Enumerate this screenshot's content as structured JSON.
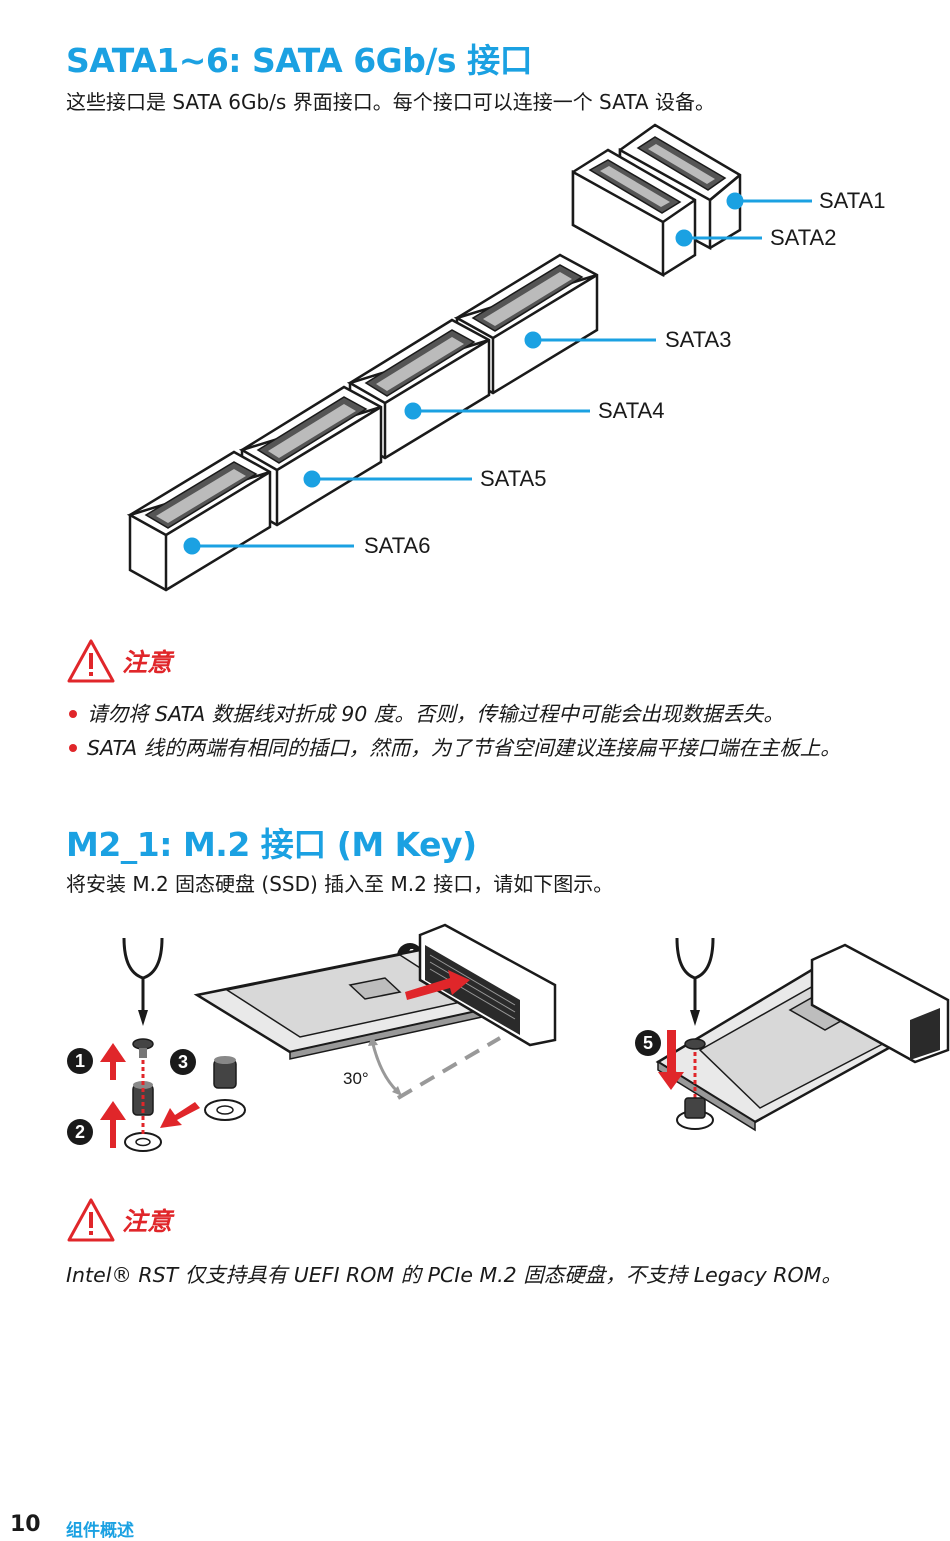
{
  "sata_section": {
    "title": "SATA1~6: SATA 6Gb/s 接口",
    "description": "这些接口是 SATA 6Gb/s 界面接口。每个接口可以连接一个 SATA 设备。",
    "connector_labels": [
      "SATA1",
      "SATA2",
      "SATA3",
      "SATA4",
      "SATA5",
      "SATA6"
    ]
  },
  "sata_warning": {
    "label": "注意",
    "items": [
      "请勿将 SATA 数据线对折成 90 度。否则，传输过程中可能会出现数据丢失。",
      "SATA 线的两端有相同的插口，然而，为了节省空间建议连接扁平接口端在主板上。"
    ]
  },
  "m2_section": {
    "title": "M2_1: M.2 接口 (M Key)",
    "description": "将安装 M.2 固态硬盘 (SSD) 插入至 M.2 接口，请如下图示。",
    "angle_label": "30°",
    "step_numbers": [
      "1",
      "2",
      "3",
      "4",
      "5"
    ]
  },
  "m2_warning": {
    "label": "注意",
    "text": "Intel® RST 仅支持具有 UEFI ROM 的 PCIe M.2 固态硬盘，不支持 Legacy ROM。"
  },
  "footer": {
    "page_number": "10",
    "section_name": "组件概述"
  },
  "colors": {
    "accent_blue": "#1ba1e2",
    "warning_red": "#e0262a"
  },
  "icons": [
    "warning-triangle-icon"
  ]
}
